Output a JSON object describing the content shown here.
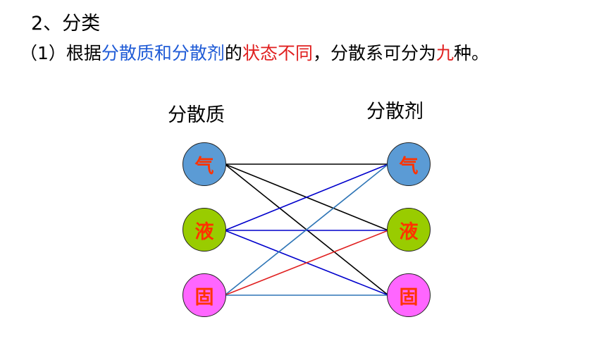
{
  "heading": "2、分类",
  "description": {
    "segments": [
      {
        "text": "（1）根据",
        "color": "#000000"
      },
      {
        "text": "分散质和分散剂",
        "color": "#1f5bd6"
      },
      {
        "text": "的",
        "color": "#000000"
      },
      {
        "text": "状态不同",
        "color": "#e02020"
      },
      {
        "text": "，分散系可分为",
        "color": "#000000"
      },
      {
        "text": "九",
        "color": "#e02020"
      },
      {
        "text": "种。",
        "color": "#000000"
      }
    ]
  },
  "columns": {
    "left_label": "分散质",
    "right_label": "分散剂"
  },
  "states": [
    {
      "id": "gas",
      "label": "气",
      "fill": "#5b9bd5"
    },
    {
      "id": "liquid",
      "label": "液",
      "fill": "#99cc00"
    },
    {
      "id": "solid",
      "label": "固",
      "fill": "#ff66ff"
    }
  ],
  "node_text_color": "#ff3300",
  "connections": [
    {
      "from": "gas",
      "to": "gas",
      "color": "#000000"
    },
    {
      "from": "gas",
      "to": "liquid",
      "color": "#000000"
    },
    {
      "from": "gas",
      "to": "solid",
      "color": "#000000"
    },
    {
      "from": "liquid",
      "to": "gas",
      "color": "#0000cc"
    },
    {
      "from": "liquid",
      "to": "liquid",
      "color": "#0000cc"
    },
    {
      "from": "liquid",
      "to": "solid",
      "color": "#0000cc"
    },
    {
      "from": "solid",
      "to": "gas",
      "color": "#2e75b6"
    },
    {
      "from": "solid",
      "to": "liquid",
      "color": "#e02020"
    },
    {
      "from": "solid",
      "to": "solid",
      "color": "#2e75b6"
    }
  ]
}
